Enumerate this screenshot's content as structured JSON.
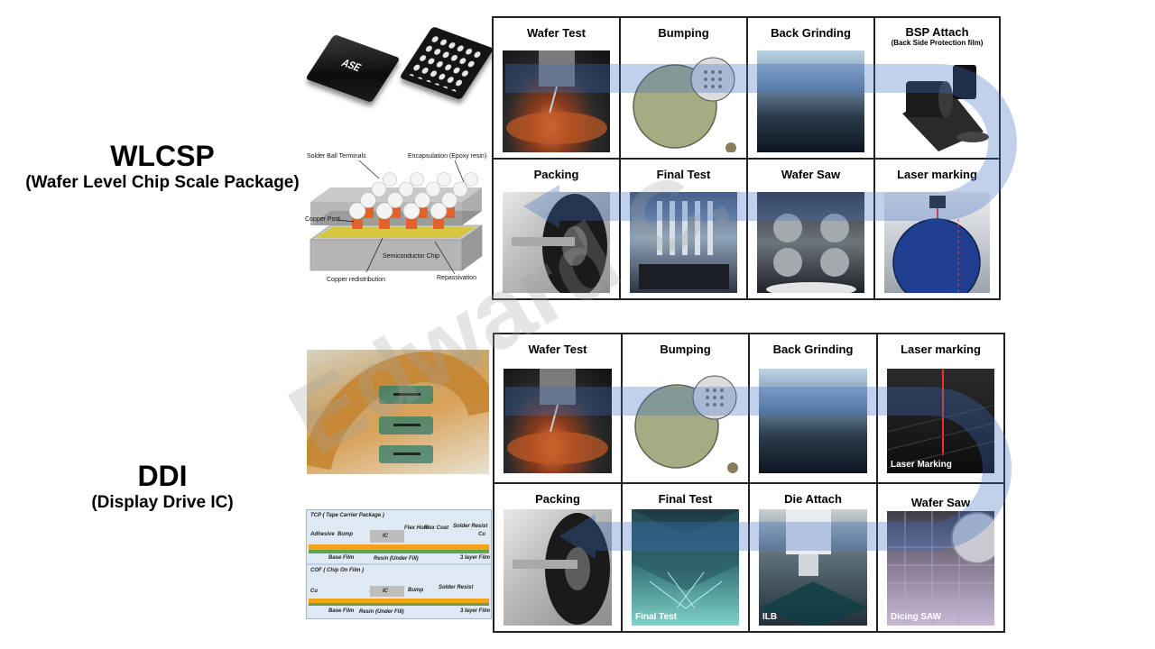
{
  "wlcsp": {
    "title": "WLCSP",
    "subtitle": "(Wafer Level Chip Scale Package)",
    "chip_logo": "ASE",
    "cross_section": {
      "solder_ball_terminals": "Solder Ball Terminals",
      "encapsulation": "Encapsulation (Epoxy resin)",
      "copper_post": "Copper Post",
      "semiconductor_chip": "Semiconductor Chip",
      "copper_redistribution": "Copper redistribution",
      "repassivation": "Repassivation"
    },
    "steps": [
      {
        "label": "Wafer Test",
        "sublabel": ""
      },
      {
        "label": "Bumping",
        "sublabel": ""
      },
      {
        "label": "Back Grinding",
        "sublabel": ""
      },
      {
        "label": "BSP Attach",
        "sublabel": "(Back Side Protection film)"
      },
      {
        "label": "Packing",
        "sublabel": ""
      },
      {
        "label": "Final Test",
        "sublabel": ""
      },
      {
        "label": "Wafer Saw",
        "sublabel": ""
      },
      {
        "label": "Laser marking",
        "sublabel": ""
      }
    ]
  },
  "ddi": {
    "title": "DDI",
    "subtitle": "(Display Drive IC)",
    "tcp": {
      "title": "TCP ( Tape Carrier Package )",
      "adhesive": "Adhesive",
      "bump": "Bump",
      "ic": "IC",
      "flex_hole": "Flex Hole",
      "flex_coat": "Flex Coat",
      "solder_resist": "Solder Resist",
      "cu": "Cu",
      "base_film": "Base Film",
      "resin": "Resin (Under Fill)",
      "layer_film": "3 layer Film"
    },
    "cof": {
      "title": "COF ( Chip On Film )",
      "cu": "Cu",
      "ic": "IC",
      "bump": "Bump",
      "solder_resist": "Solder Resist",
      "base_film": "Base Film",
      "resin": "Resin (Under Fill)",
      "layer_film": "3 layer Film"
    },
    "steps": [
      {
        "label": "Wafer Test",
        "caption": ""
      },
      {
        "label": "Bumping",
        "caption": ""
      },
      {
        "label": "Back Grinding",
        "caption": ""
      },
      {
        "label": "Laser marking",
        "caption": "Laser Marking"
      },
      {
        "label": "Packing",
        "caption": ""
      },
      {
        "label": "Final Test",
        "caption": "Final Test"
      },
      {
        "label": "Die Attach",
        "caption": "ILB"
      },
      {
        "label": "Wafer Saw",
        "caption": "Dicing SAW"
      }
    ]
  },
  "watermark": "Edward C.",
  "colors": {
    "flow_arrow": "#3f6fc4",
    "grid_border": "#222222"
  }
}
